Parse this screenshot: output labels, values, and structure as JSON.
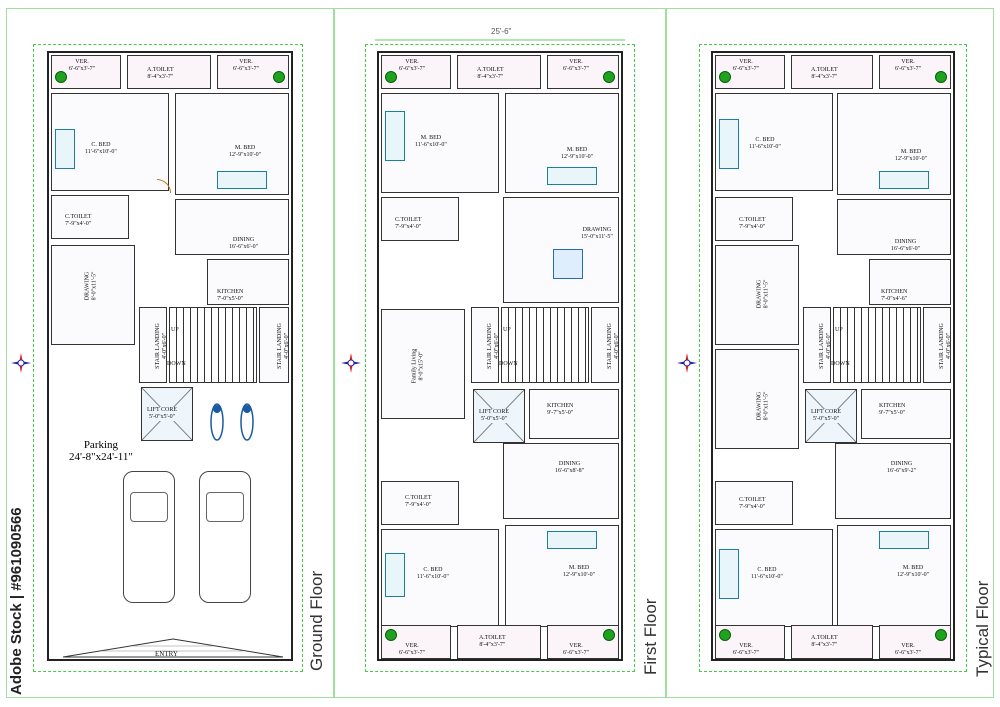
{
  "watermark": "Adobe Stock | #961090566",
  "floors": {
    "ground": {
      "title": "Ground Floor",
      "rooms": {
        "ver_left": [
          "VER.",
          "6'-6\"x3'-7\""
        ],
        "a_toilet": [
          "A.TOILET",
          "8'-4\"x3'-7\""
        ],
        "ver_right": [
          "VER.",
          "6'-6\"x3'-7\""
        ],
        "c_bed": [
          "C. BED",
          "11'-6\"x10'-0\""
        ],
        "m_bed": [
          "M. BED",
          "12'-9\"x10'-0\""
        ],
        "c_toilet": [
          "C.TOILET",
          "7'-9\"x4'-0\""
        ],
        "dining": [
          "DINING",
          "16'-6\"x6'-0\""
        ],
        "drawing": [
          "DRAWING",
          "8'-0\"x11'-5\""
        ],
        "kitchen": [
          "KITCHEN",
          "7'-0\"x5'-0\""
        ],
        "stair_left": [
          "STAIR LANDING",
          "4'-0\"x6'-0\""
        ],
        "stair_right": [
          "STAIR LANDING",
          "4'-0\"x6'-0\""
        ],
        "lift": [
          "LIFT CORE",
          "5'-0\"x5'-0\""
        ],
        "up": "UP",
        "down": "DOWN"
      },
      "parking": [
        "Parking",
        "24'-8\"x24'-11\""
      ],
      "entry": "ENTRY"
    },
    "first": {
      "title": "First Floor",
      "width_dim": "25'-6\"",
      "rooms": {
        "ver_tl": [
          "VER.",
          "6'-6\"x3'-7\""
        ],
        "a_toilet_top": [
          "A.TOILET",
          "8'-4\"x3'-7\""
        ],
        "ver_tr": [
          "VER.",
          "6'-6\"x3'-7\""
        ],
        "m_bed_left": [
          "M. BED",
          "11'-6\"x10'-0\""
        ],
        "m_bed_right": [
          "M. BED",
          "12'-9\"x10'-0\""
        ],
        "c_toilet_top": [
          "C.TOILET",
          "7'-9\"x4'-0\""
        ],
        "drawing": [
          "DRAWING",
          "15'-0\"x11'-5\""
        ],
        "family_living": [
          "Family Living",
          "8'-0\"x15'-0\""
        ],
        "stair_left": [
          "STAIR LANDING",
          "4'-0\"x6'-0\""
        ],
        "stair_right": [
          "STAIR LANDING",
          "4'-0\"x6'-0\""
        ],
        "lift": [
          "LIFT CORE",
          "5'-0\"x5'-0\""
        ],
        "kitchen": [
          "KITCHEN",
          "9'-7\"x5'-0\""
        ],
        "dining": [
          "DINING",
          "16'-6\"x8'-8\""
        ],
        "c_toilet_bottom": [
          "C.TOILET",
          "7'-9\"x4'-0\""
        ],
        "c_bed": [
          "C. BED",
          "11'-6\"x10'-0\""
        ],
        "m_bed_bottom": [
          "M. BED",
          "12'-9\"x10'-0\""
        ],
        "ver_bl": [
          "VER.",
          "6'-6\"x3'-7\""
        ],
        "a_toilet_bottom": [
          "A.TOILET",
          "8'-4\"x3'-7\""
        ],
        "ver_br": [
          "VER.",
          "6'-6\"x3'-7\""
        ],
        "up": "UP",
        "down": "DOWN"
      }
    },
    "typical": {
      "title": "Typical Floor",
      "rooms": {
        "ver_tl": [
          "VER.",
          "6'-6\"x3'-7\""
        ],
        "a_toilet_top": [
          "A.TOILET",
          "8'-4\"x3'-7\""
        ],
        "ver_tr": [
          "VER.",
          "6'-6\"x3'-7\""
        ],
        "c_bed_top": [
          "C. BED",
          "11'-6\"x10'-0\""
        ],
        "m_bed_top": [
          "M. BED",
          "12'-9\"x10'-0\""
        ],
        "c_toilet_top": [
          "C.TOILET",
          "7'-9\"x4'-0\""
        ],
        "dining_top": [
          "DINING",
          "16'-6\"x6'-0\""
        ],
        "drawing_top": [
          "DRAWING",
          "8'-0\"x11'-5\""
        ],
        "kitchen_top": [
          "KITCHEN",
          "7'-0\"x4'-6\""
        ],
        "stair_left": [
          "STAIR LANDING",
          "4'-0\"x6'-0\""
        ],
        "stair_right": [
          "STAIR LANDING",
          "4'-0\"x6'-0\""
        ],
        "drawing_bottom": [
          "DRAWING",
          "8'-0\"x11'-5\""
        ],
        "lift": [
          "LIFT CORE",
          "5'-0\"x5'-0\""
        ],
        "kitchen_bottom": [
          "KITCHEN",
          "9'-7\"x5'-0\""
        ],
        "dining_bottom": [
          "DINING",
          "16'-6\"x9'-2\""
        ],
        "c_toilet_bottom": [
          "C.TOILET",
          "7'-9\"x4'-0\""
        ],
        "c_bed_bottom": [
          "C. BED",
          "11'-6\"x10'-0\""
        ],
        "m_bed_bottom": [
          "M. BED",
          "12'-9\"x10'-0\""
        ],
        "ver_bl": [
          "VER.",
          "6'-6\"x3'-7\""
        ],
        "a_toilet_bottom": [
          "A.TOILET",
          "8'-4\"x3'-7\""
        ],
        "ver_br": [
          "VER.",
          "6'-6\"x3'-7\""
        ],
        "up": "UP",
        "down": "DOWN"
      }
    }
  },
  "colors": {
    "wall": "#222222",
    "plot_boundary": "#44cc44",
    "door": "#c07a1a",
    "furniture": "#1a7fa0",
    "plant": "#1fa31f"
  },
  "icons": [
    "compass-icon",
    "car-icon",
    "motorbike-icon",
    "plant-icon"
  ]
}
